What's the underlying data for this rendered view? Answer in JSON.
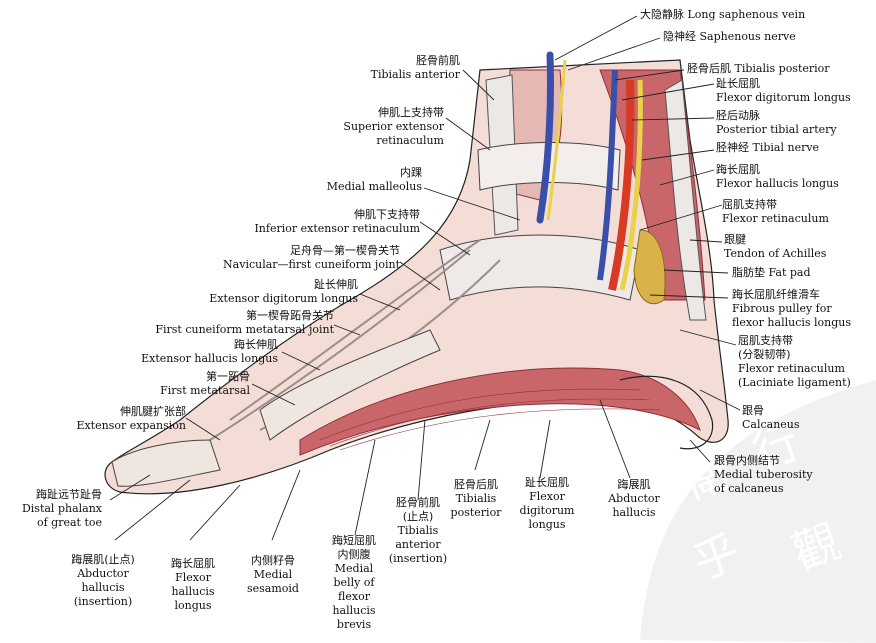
{
  "labels": {
    "long_saphenous_vein": {
      "cn": "大隐静脉",
      "en": "Long saphenous vein"
    },
    "saphenous_nerve": {
      "cn": "隐神经",
      "en": "Saphenous nerve"
    },
    "tibialis_posterior_top": {
      "cn": "胫骨后肌",
      "en": "Tibialis posterior"
    },
    "flexor_digitorum_longus_top": {
      "cn": "趾长屈肌",
      "en": "Flexor digitorum longus"
    },
    "posterior_tibial_artery": {
      "cn": "胫后动脉",
      "en": "Posterior tibial artery"
    },
    "tibial_nerve": {
      "cn": "胫神经",
      "en": "Tibial nerve"
    },
    "flexor_hallucis_longus_top": {
      "cn": "踇长屈肌",
      "en": "Flexor hallucis longus"
    },
    "flexor_retinaculum_top": {
      "cn": "屈肌支持带",
      "en": "Flexor retinaculum"
    },
    "tendon_of_achilles": {
      "cn": "跟腱",
      "en": "Tendon of Achilles"
    },
    "fat_pad": {
      "cn": "脂肪垫",
      "en": "Fat pad"
    },
    "fibrous_pulley": {
      "cn": "踇长屈肌纤维滑车",
      "en1": "Fibrous pulley for",
      "en2": "flexor hallucis longus"
    },
    "flexor_retinaculum_lac": {
      "cn1": "屈肌支持带",
      "cn2": "(分裂韧带)",
      "en1": "Flexor retinaculum",
      "en2": "(Laciniate ligament)"
    },
    "calcaneus": {
      "cn": "跟骨",
      "en": "Calcaneus"
    },
    "medial_tuberosity": {
      "cn": "跟骨内侧结节",
      "en1": "Medial tuberosity",
      "en2": "of calcaneus"
    },
    "tibialis_anterior_top": {
      "cn": "胫骨前肌",
      "en": "Tibialis anterior"
    },
    "superior_extensor_retinaculum": {
      "cn": "伸肌上支持带",
      "en1": "Superior extensor",
      "en2": "retinaculum"
    },
    "medial_malleolus": {
      "cn": "内踝",
      "en": "Medial malleolus"
    },
    "inferior_extensor_retinaculum": {
      "cn": "伸肌下支持带",
      "en": "Inferior extensor retinaculum"
    },
    "navicular_joint": {
      "cn": "足舟骨—第一楔骨关节",
      "en": "Navicular—first cuneiform joint"
    },
    "extensor_digitorum_longus": {
      "cn": "趾长伸肌",
      "en": "Extensor digitorum longus"
    },
    "first_cuneiform_joint": {
      "cn": "第一楔骨跖骨关节",
      "en": "First cuneiform metatarsal joint"
    },
    "extensor_hallucis_longus": {
      "cn": "踇长伸肌",
      "en": "Extensor hallucis longus"
    },
    "first_metatarsal": {
      "cn": "第一跖骨",
      "en": "First metatarsal"
    },
    "extensor_expansion": {
      "cn": "伸肌腱扩张部",
      "en": "Extensor expansion"
    },
    "distal_phalanx": {
      "cn": "踇趾远节趾骨",
      "en1": "Distal phalanx",
      "en2": "of great toe"
    },
    "abductor_hallucis_insertion": {
      "cn": "踇展肌(止点)",
      "en1": "Abductor",
      "en2": "hallucis",
      "en3": "(insertion)"
    },
    "flexor_hallucis_longus_bottom": {
      "cn": "踇长屈肌",
      "en1": "Flexor",
      "en2": "hallucis",
      "en3": "longus"
    },
    "medial_sesamoid": {
      "cn": "内侧籽骨",
      "en1": "Medial",
      "en2": "sesamoid"
    },
    "flexor_hallucis_brevis": {
      "cn1": "踇短屈肌",
      "cn2": "内侧腹",
      "en1": "Medial",
      "en2": "belly of",
      "en3": "flexor",
      "en4": "hallucis",
      "en5": "brevis"
    },
    "tibialis_anterior_insertion": {
      "cn1": "胫骨前肌",
      "cn2": "(止点)",
      "en1": "Tibialis",
      "en2": "anterior",
      "en3": "(insertion)"
    },
    "tibialis_posterior_bottom": {
      "cn": "胫骨后肌",
      "en1": "Tibialis",
      "en2": "posterior"
    },
    "flexor_digitorum_longus_bottom": {
      "cn": "趾长屈肌",
      "en1": "Flexor",
      "en2": "digitorum",
      "en3": "longus"
    },
    "abductor_hallucis": {
      "cn": "踇展肌",
      "en1": "Abductor",
      "en2": "hallucis"
    }
  },
  "colors": {
    "skin": "#f4ddd6",
    "muscle": "#c9666a",
    "muscle_dark": "#8f2f38",
    "tendon": "#ece8e6",
    "vein": "#3a4fa8",
    "nerve": "#e7d24a",
    "artery": "#d83a24",
    "fat": "#d9b24a",
    "bone": "#efe6e0",
    "line": "#222222"
  },
  "watermark_icon": "seal-watermark"
}
